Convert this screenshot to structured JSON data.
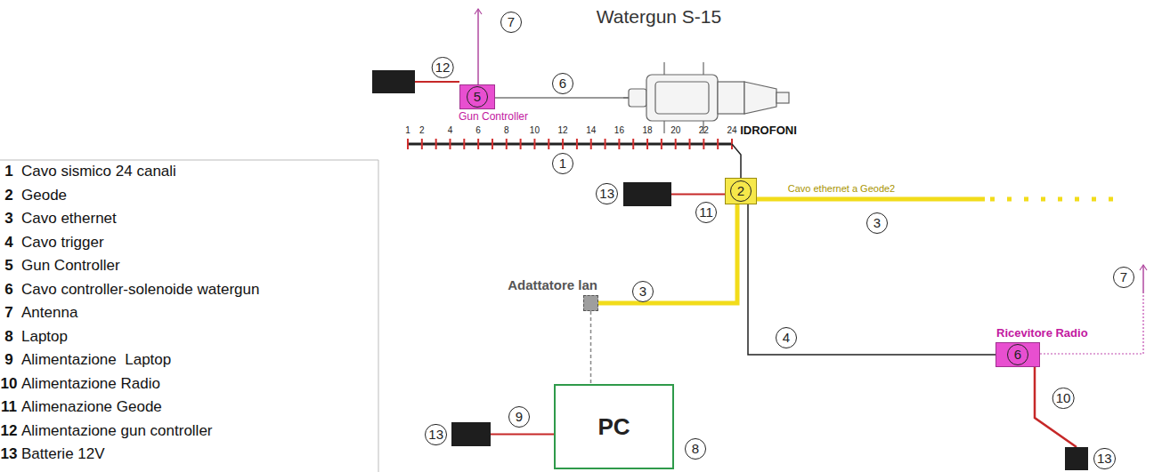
{
  "diagram": {
    "nodes": [
      {
        "text": [
          "5",
          "Gun Controller"
        ]
      },
      {
        "text": [
          "13"
        ]
      },
      {
        "text": [
          "2"
        ]
      },
      {
        "text": [
          "Adattatore lan"
        ]
      },
      {
        "text": [
          "Ricevitore Radio",
          "6"
        ]
      },
      {
        "text": [
          "13"
        ]
      },
      {
        "text": [
          "PC"
        ]
      },
      {
        "text": [
          "13"
        ]
      }
    ],
    "edges": [
      {
        "from": 2,
        "to": 3,
        "arrow": "none",
        "label": "3"
      },
      {
        "from": 3,
        "to": 6,
        "arrow": "none"
      },
      {
        "from": 2,
        "to": 4,
        "arrow": "none",
        "label": "4"
      },
      {
        "from": 1,
        "to": 2,
        "arrow": "none",
        "label": "11"
      },
      {
        "from": 5,
        "to": 6,
        "arrow": "none",
        "label": "9"
      },
      {
        "from": 4,
        "to": 7,
        "arrow": "none",
        "label": "10"
      }
    ],
    "labels": [
      "Watergun S-15",
      "7",
      "12",
      "6",
      "1",
      "2",
      "4",
      "6",
      "8",
      "10",
      "12",
      "14",
      "16",
      "18",
      "20",
      "22",
      "24",
      "IDROFONI",
      "1",
      "Cavo ethernet a Geode2",
      "3",
      "7",
      "8",
      "1",
      "2",
      "3",
      "4",
      "5",
      "6",
      "7",
      "8",
      "9",
      "10",
      "11",
      "12",
      "13"
    ],
    "legend": [
      {
        "text": "Cavo sismico 24 canali"
      },
      {
        "text": "Geode"
      },
      {
        "text": "Cavo ethernet"
      },
      {
        "text": "Cavo trigger"
      },
      {
        "text": "Gun Controller"
      },
      {
        "text": "Cavo controller-solenoide watergun"
      },
      {
        "text": "Antenna"
      },
      {
        "text": "Laptop"
      },
      {
        "text": "Alimentazione  Laptop"
      },
      {
        "text": "Alimentazione Radio"
      },
      {
        "text": "Alimenazione Geode"
      },
      {
        "text": "Alimentazione gun controller"
      },
      {
        "text": "Batterie 12V"
      }
    ]
  }
}
